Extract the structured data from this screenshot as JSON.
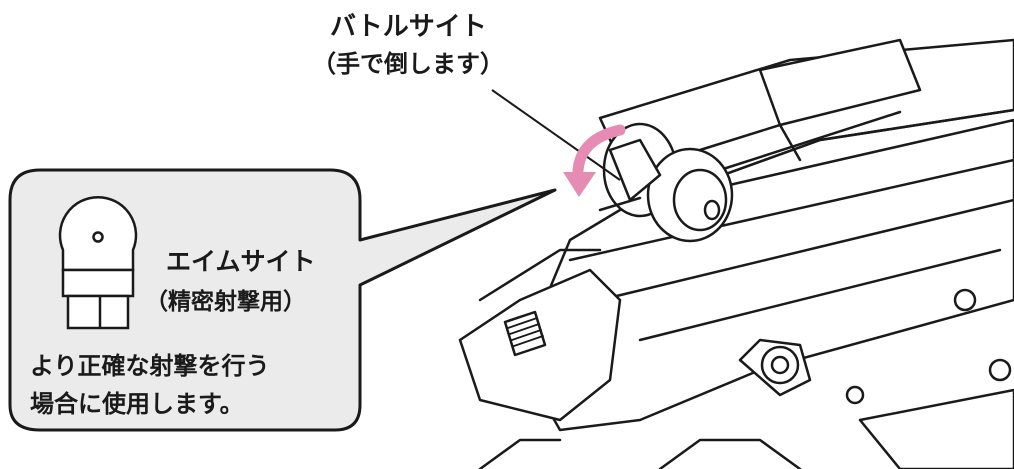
{
  "callout_battle_sight": {
    "title": "バトルサイト",
    "note": "（手で倒します）"
  },
  "callout_aim_sight": {
    "title": "エイムサイト",
    "note": "（精密射撃用）",
    "description_line1": "より正確な射撃を行う",
    "description_line2": "場合に使用します。"
  },
  "colors": {
    "line": "#1a1a1a",
    "callout_fill": "#ebebeb",
    "arrow": "#e68bb3",
    "background": "#ffffff"
  },
  "icons": [
    "aim-sight-icon",
    "rotation-arrow-icon"
  ]
}
